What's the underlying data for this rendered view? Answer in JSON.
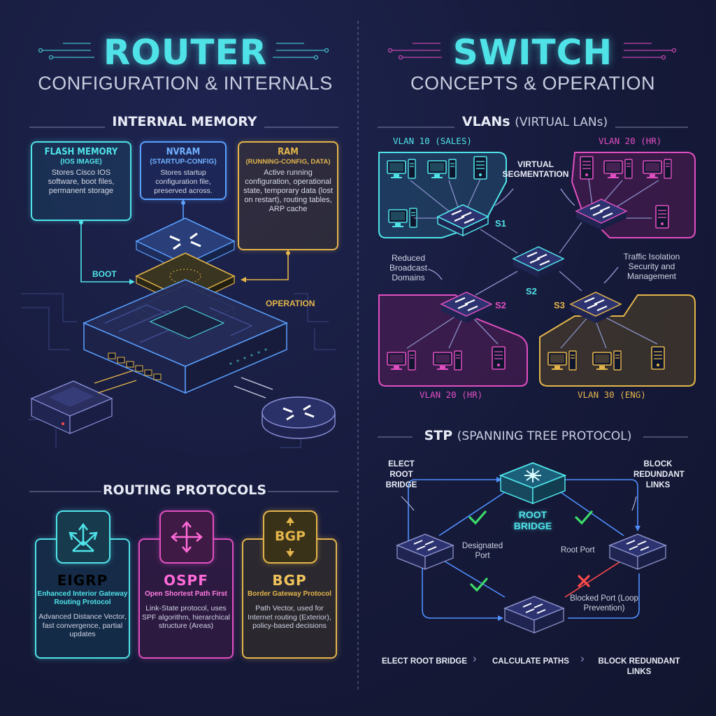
{
  "router": {
    "title": "ROUTER",
    "subtitle": "CONFIGURATION & INTERNALS",
    "memory": {
      "heading": "INTERNAL MEMORY",
      "flash": {
        "title": "FLASH MEMORY",
        "subtitle": "(IOS IMAGE)",
        "text": "Stores Cisco IOS software, boot files, permanent storage"
      },
      "nvram": {
        "title": "NVRAM",
        "subtitle": "(STARTUP-CONFIG)",
        "text": "Stores startup configuration file, preserved across."
      },
      "ram": {
        "title": "RAM",
        "subtitle": "(RUNNING-CONFIG, DATA)",
        "text": "Active running configuration, operational state, temporary data (lost on restart), routing tables, ARP cache"
      },
      "boot_label": "BOOT",
      "operation_label": "OPERATION"
    },
    "protocols": {
      "heading": "ROUTING PROTOCOLS",
      "items": [
        {
          "icon_text": "",
          "name": "EIGRP",
          "full": "Enhanced Interior Gateway Routing Protocol",
          "desc": "Advanced Distance Vector, fast convergence, partial updates"
        },
        {
          "icon_text": "",
          "name": "OSPF",
          "full": "Open Shortest Path First",
          "desc": "Link-State protocol, uses SPF algorithm, hierarchical structure (Areas)"
        },
        {
          "icon_text": "BGP",
          "name": "BGP",
          "full": "Border Gateway Protocol",
          "desc": "Path Vector, used for Internet routing (Exterior), policy-based decisions"
        }
      ]
    }
  },
  "switch": {
    "title": "SWITCH",
    "subtitle": "CONCEPTS & OPERATION",
    "vlans": {
      "heading_main": "VLANs",
      "heading_paren": "(VIRTUAL LANs)",
      "vlan10": "VLAN 10 (SALES)",
      "vlan20_top": "VLAN 20 (HR)",
      "vlan20_bottom": "VLAN 20 (HR)",
      "vlan30": "VLAN 30 (ENG)",
      "virtual_seg": "VIRTUAL SEGMENTATION",
      "reduced": "Reduced Broadcast Domains",
      "isolation": "Traffic Isolation Security and Management",
      "s1": "S1",
      "s2_center": "S2",
      "s2_left": "S2",
      "s3": "S3"
    },
    "stp": {
      "heading_main": "STP",
      "heading_paren": "(SPANNING TREE PROTOCOL)",
      "elect": "ELECT ROOT BRIDGE",
      "block": "BLOCK REDUNDANT LINKS",
      "root_bridge": "ROOT BRIDGE",
      "designated": "Designated Port",
      "root_port": "Root Port",
      "blocked": "Blocked Port (Loop Prevention)",
      "steps": [
        "ELECT ROOT BRIDGE",
        "CALCULATE PATHS",
        "BLOCK REDUNDANT LINKS"
      ]
    }
  },
  "colors": {
    "cyan": "#4fe3e8",
    "magenta": "#e04fc0",
    "gold": "#e3b54a",
    "blue": "#5aa0ff",
    "green": "#3ddc6a",
    "red": "#ff4a4a"
  }
}
